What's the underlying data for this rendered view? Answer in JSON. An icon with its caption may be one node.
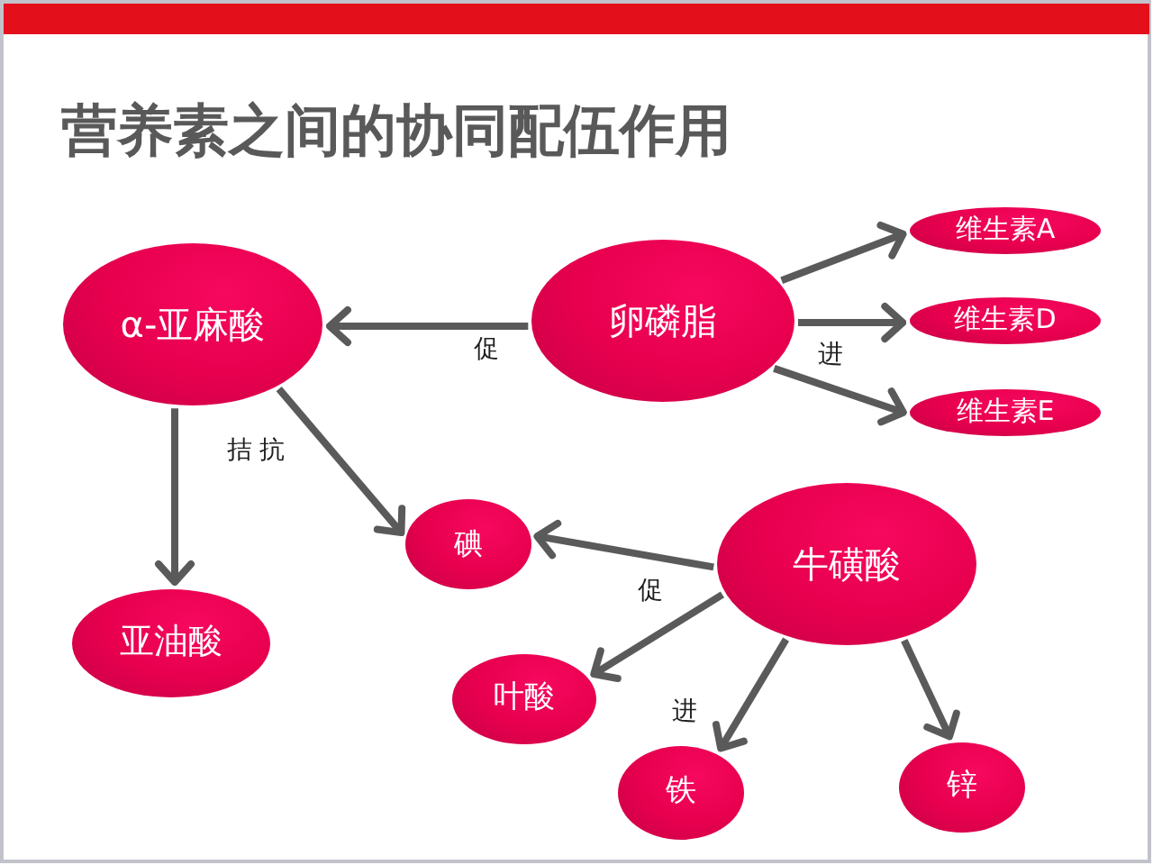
{
  "diagram": {
    "title": "营养素之间的协同配伍作用",
    "nodes": [
      {
        "text": [
          "α-亚麻酸"
        ]
      },
      {
        "text": [
          "卵磷脂"
        ]
      },
      {
        "text": [
          "维生素A"
        ]
      },
      {
        "text": [
          "维生素D"
        ]
      },
      {
        "text": [
          "维生素E"
        ]
      },
      {
        "text": [
          "碘"
        ]
      },
      {
        "text": [
          "牛磺酸"
        ]
      },
      {
        "text": [
          "亚油酸"
        ]
      },
      {
        "text": [
          "叶酸"
        ]
      },
      {
        "text": [
          "铁"
        ]
      },
      {
        "text": [
          "锌"
        ]
      }
    ],
    "edges": [
      {
        "from": 1,
        "to": 0,
        "arrow": "to",
        "label": "促"
      },
      {
        "from": 1,
        "to": 2,
        "arrow": "to"
      },
      {
        "from": 1,
        "to": 3,
        "arrow": "to",
        "label": "进"
      },
      {
        "from": 1,
        "to": 4,
        "arrow": "to"
      },
      {
        "from": 0,
        "to": 7,
        "arrow": "to",
        "label": "拮 抗"
      },
      {
        "from": 0,
        "to": 5,
        "arrow": "to"
      },
      {
        "from": 6,
        "to": 5,
        "arrow": "to",
        "label": "促"
      },
      {
        "from": 6,
        "to": 8,
        "arrow": "to"
      },
      {
        "from": 6,
        "to": 9,
        "arrow": "to",
        "label": "进"
      },
      {
        "from": 6,
        "to": 10,
        "arrow": "to"
      }
    ]
  }
}
